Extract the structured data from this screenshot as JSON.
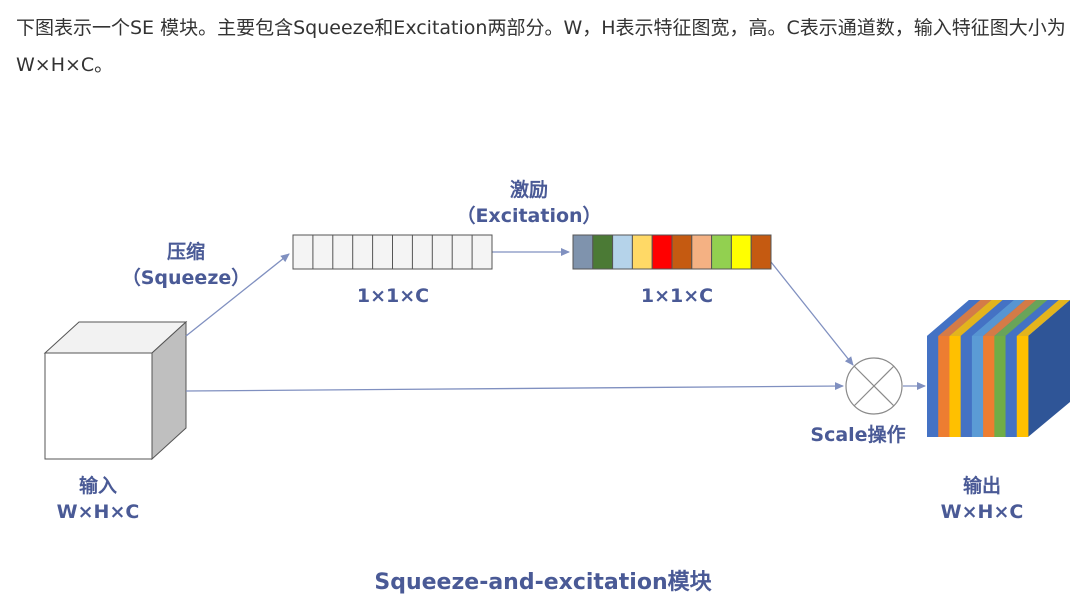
{
  "article": {
    "intro": "下图表示一个SE 模块。主要包含Squeeze和Excitation两部分。W，H表示特征图宽，高。C表示通道数，输入特征图大小为W×H×C。"
  },
  "diagram": {
    "squeeze_label_cn": "压缩",
    "squeeze_label_en": "（Squeeze）",
    "excitation_label_cn": "激励",
    "excitation_label_en": "（Excitation）",
    "squeeze_vector_dim": "1×1×C",
    "excitation_vector_dim": "1×1×C",
    "scale_label": "Scale操作",
    "input_label": "输入",
    "input_dim": "W×H×C",
    "output_label": "输出",
    "output_dim": "W×H×C",
    "caption": "Squeeze-and-excitation模块",
    "excitation_colors": [
      "#7f93ad",
      "#4b7a35",
      "#b5d3ea",
      "#ffd966",
      "#ff0000",
      "#c55a11",
      "#f4b183",
      "#92d050",
      "#ffff00",
      "#c55a11"
    ],
    "output_stripe_colors": [
      "#4472c4",
      "#ed7d31",
      "#ffc000",
      "#4472c4",
      "#5b9bd5",
      "#ed7d31",
      "#70ad47",
      "#4472c4",
      "#ffc000"
    ],
    "arrow_color": "#8090c0",
    "label_color": "#4a5a96"
  }
}
